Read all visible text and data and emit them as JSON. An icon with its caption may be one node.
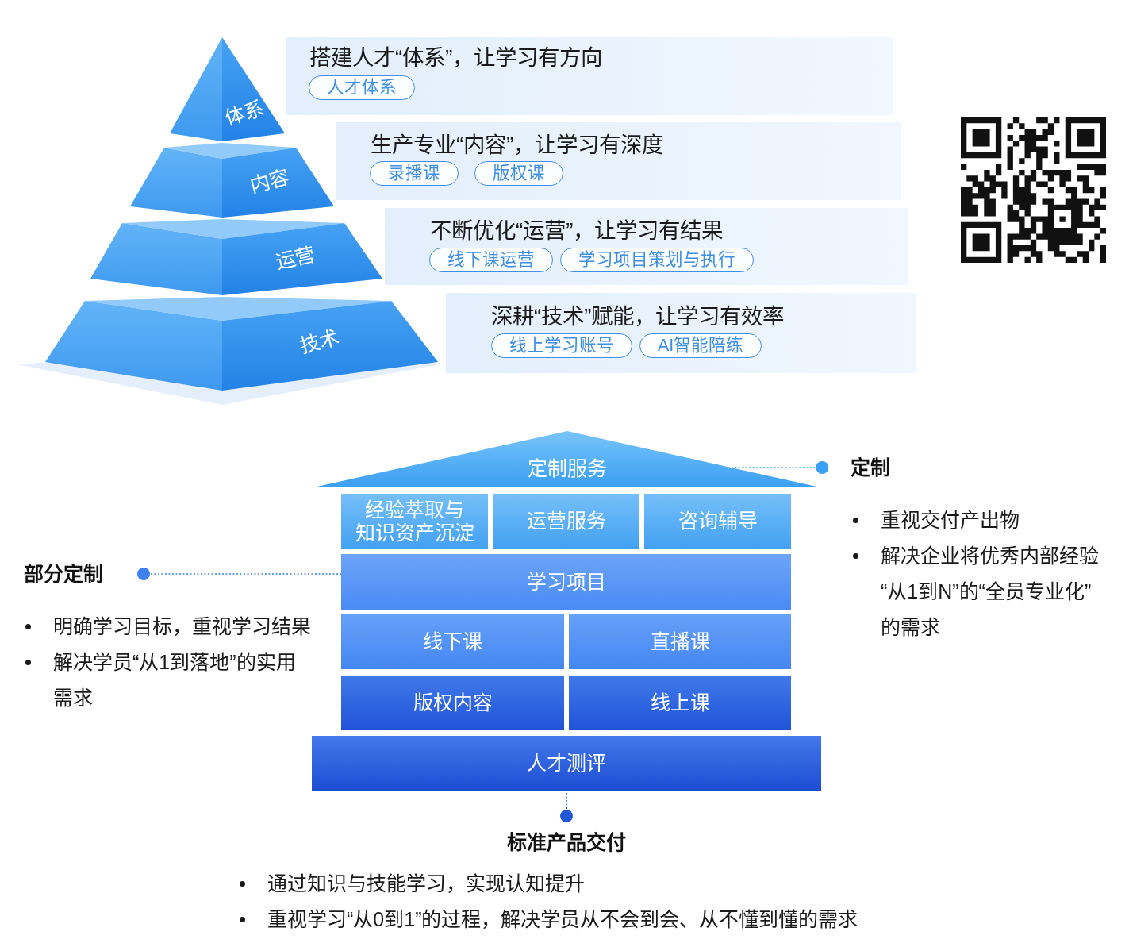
{
  "diagram": {
    "nodes": [
      {
        "text": [
          "体系"
        ]
      },
      {
        "text": [
          "内容"
        ]
      },
      {
        "text": [
          "运营"
        ]
      },
      {
        "text": [
          "技术"
        ]
      },
      {
        "text": [
          "搭建人才“体系”，让学习有方向"
        ]
      },
      {
        "text": [
          "人才体系"
        ],
        "in": 4
      },
      {
        "text": [
          "生产专业“内容”，让学习有深度"
        ]
      },
      {
        "text": [
          "录播课"
        ],
        "in": 6
      },
      {
        "text": [
          "版权课"
        ],
        "in": 6
      },
      {
        "text": [
          "不断优化“运营”，让学习有结果"
        ]
      },
      {
        "text": [
          "线下课运营"
        ],
        "in": 9
      },
      {
        "text": [
          "学习项目策划与执行"
        ],
        "in": 9
      },
      {
        "text": [
          "深耕“技术”赋能，让学习有效率"
        ]
      },
      {
        "text": [
          "线上学习账号"
        ],
        "in": 12
      },
      {
        "text": [
          "AI智能陪练"
        ],
        "in": 12
      },
      {
        "text": [
          "定制服务"
        ]
      },
      {
        "text": [
          "经验萃取与知识资产沉淀"
        ]
      },
      {
        "text": [
          "运营服务"
        ]
      },
      {
        "text": [
          "咨询辅导"
        ]
      },
      {
        "text": [
          "学习项目"
        ]
      },
      {
        "text": [
          "线下课"
        ]
      },
      {
        "text": [
          "直播课"
        ]
      },
      {
        "text": [
          "版权内容"
        ]
      },
      {
        "text": [
          "线上课"
        ]
      },
      {
        "text": [
          "人才测评"
        ]
      },
      {
        "text": [
          "定制"
        ],
        "beside": [
          "重视交付产出物",
          "解决企业将优秀内部经验“从1到N”的“全员专业化”的需求"
        ]
      },
      {
        "text": [
          "部分定制"
        ],
        "beside": [
          "明确学习目标，重视学习结果",
          "解决学员“从1到落地”的实用需求"
        ]
      },
      {
        "text": [
          "标准产品交付"
        ],
        "beside": [
          "通过知识与技能学习，实现认知提升",
          "重视学习“从0到1”的过程，解决学员从不会到会、从不懂到懂的需求"
        ]
      }
    ],
    "edges": [
      {
        "from": 25,
        "to": 15,
        "arrow": "other",
        "style": "dashed",
        "color": "#3aa0f5"
      },
      {
        "from": 26,
        "to": 19,
        "arrow": "other",
        "style": "dashed",
        "color": "#3b82f0"
      },
      {
        "from": 27,
        "to": 24,
        "arrow": "other",
        "style": "dashed",
        "color": "#2058d8"
      }
    ]
  }
}
